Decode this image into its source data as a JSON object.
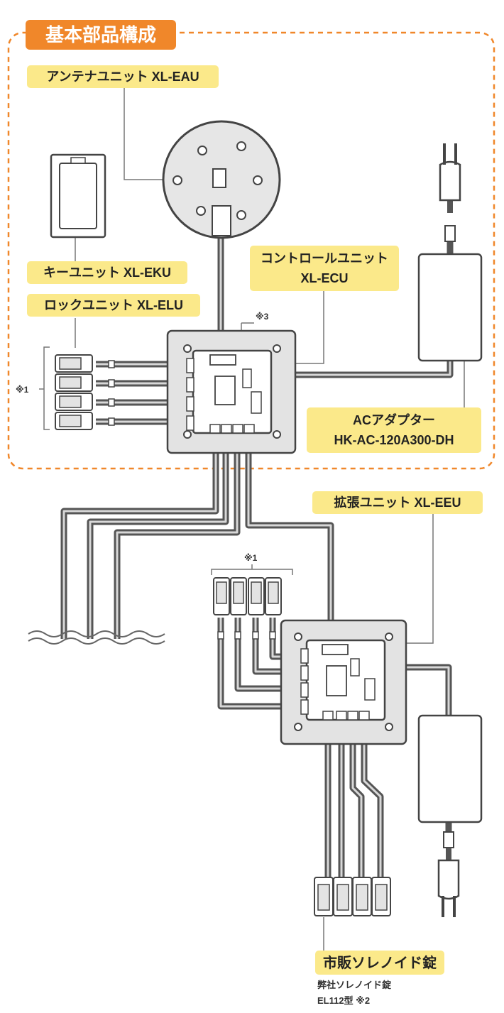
{
  "section_title": "基本部品構成",
  "colors": {
    "section_accent": "#f0872a",
    "label_highlight": "#fbe98a",
    "cable": "#555555"
  },
  "labels": {
    "antenna_unit": "アンテナユニット XL-EAU",
    "key_unit": "キーユニット XL-EKU",
    "lock_unit": "ロックユニット XL-ELU",
    "control_unit_line1": "コントロールユニット",
    "control_unit_line2": "XL-ECU",
    "ac_adapter_line1": "ACアダプター",
    "ac_adapter_line2": "HK-AC-120A300-DH",
    "expansion_unit": "拡張ユニット XL-EEU",
    "solenoid_lock": "市販ソレノイド錠",
    "solenoid_note_line1": "弊社ソレノイド錠",
    "solenoid_note_line2": "EL112型 ※2"
  },
  "notes": {
    "note1_left": "※1",
    "note1_expansion": "※1",
    "note3": "※3"
  }
}
